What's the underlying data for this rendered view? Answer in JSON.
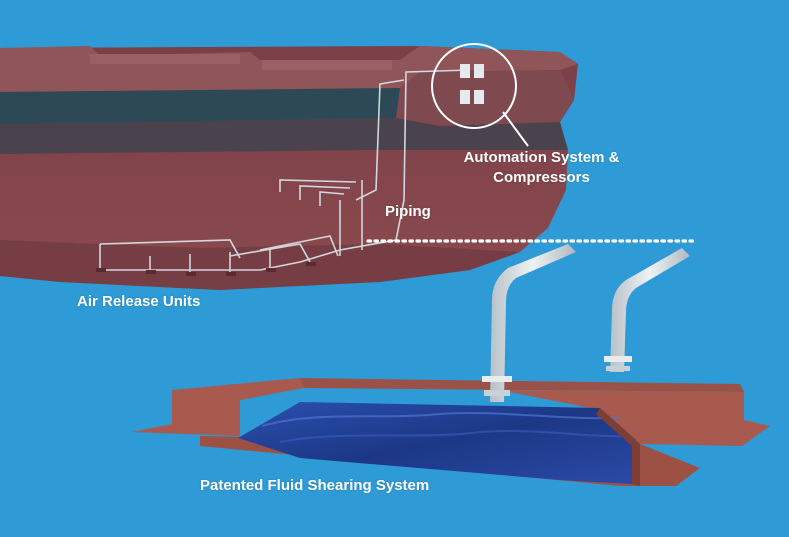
{
  "colors": {
    "background": "#2e9ad6",
    "hull": "#8b4a4f",
    "hull_dark": "#6d3a40",
    "deck": "#8f5558",
    "deck_band": "#1f4a58",
    "pipe": "#d7dfe4",
    "water": "#1e3a8a",
    "plate": "#a85a4e",
    "label": "#ffffff"
  },
  "labels": {
    "automation_line1": "Automation System &",
    "automation_line2": "Compressors",
    "piping": "Piping",
    "air_release": "Air Release Units",
    "fluid_shearing": "Patented Fluid Shearing System"
  }
}
